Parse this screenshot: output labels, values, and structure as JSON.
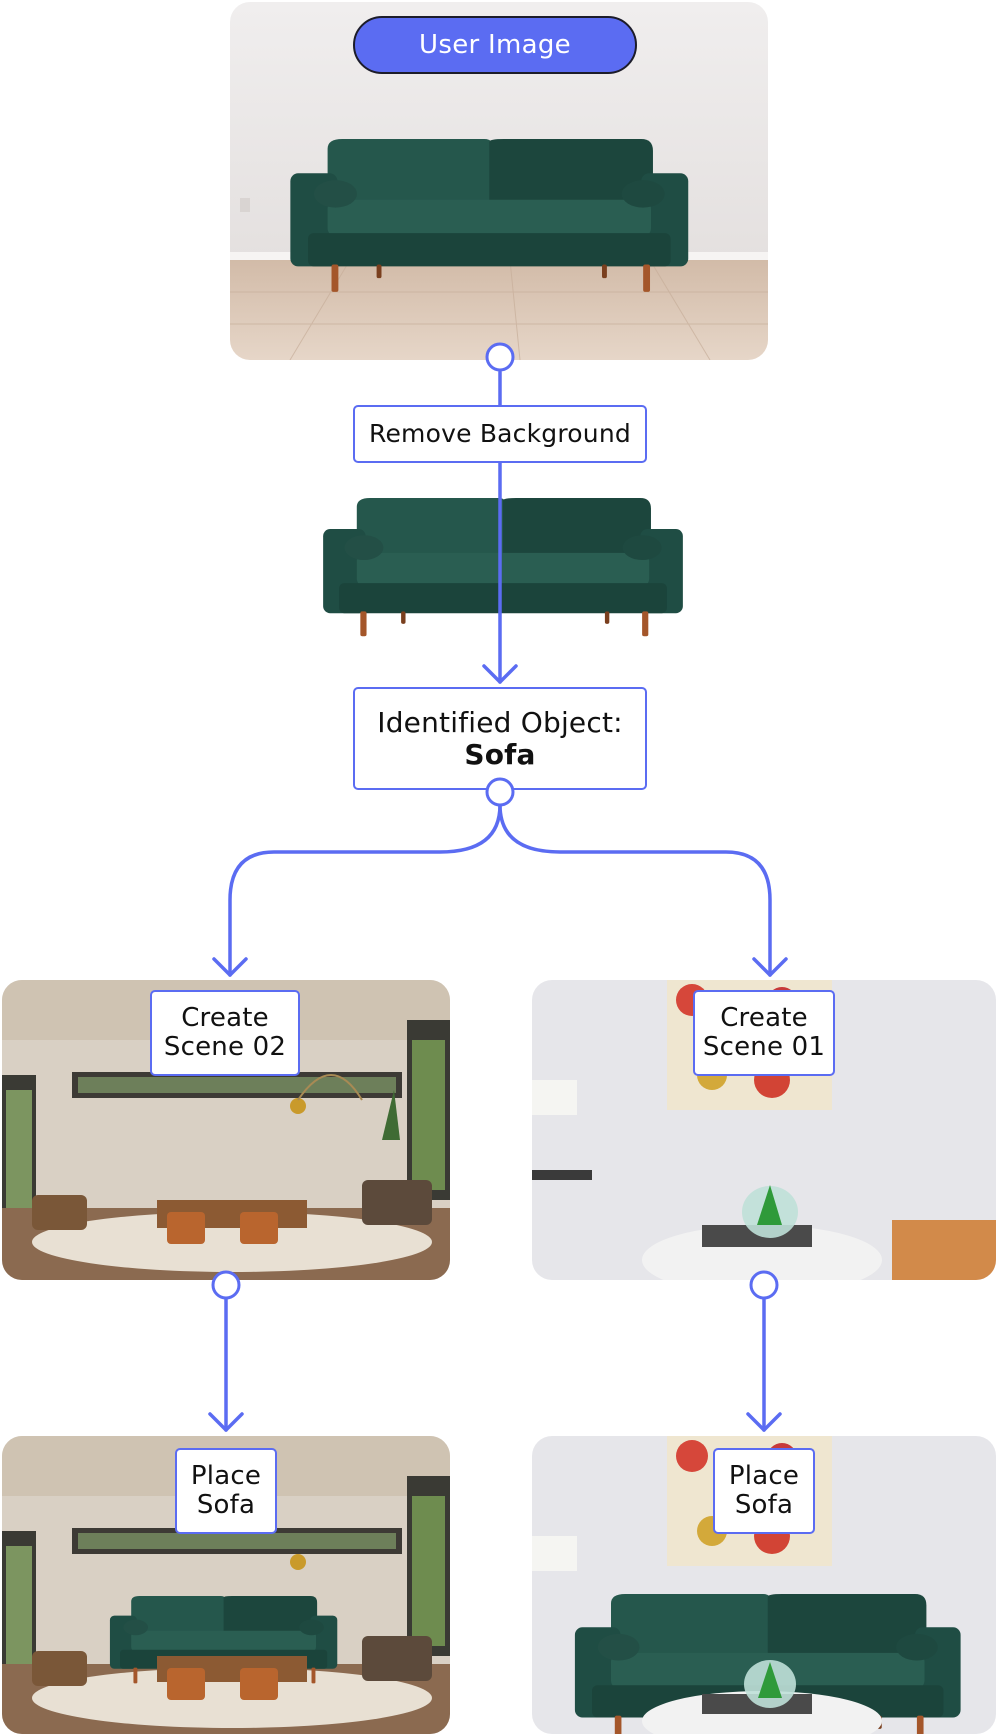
{
  "header": {
    "user_image_label": "User Image"
  },
  "steps": {
    "remove_background": "Remove Background",
    "identified_object_line1": "Identified Object:",
    "identified_object_line2": "Sofa"
  },
  "scenes": {
    "scene_02_line1": "Create",
    "scene_02_line2": "Scene 02",
    "scene_01_line1": "Create",
    "scene_01_line2": "Scene 01"
  },
  "results": {
    "place_left_line1": "Place",
    "place_left_line2": "Sofa",
    "place_right_line1": "Place",
    "place_right_line2": "Sofa"
  },
  "colors": {
    "accent": "#5b6cf2",
    "sofa_green": "#1f4d44",
    "pill_border": "#1c1c2a"
  }
}
